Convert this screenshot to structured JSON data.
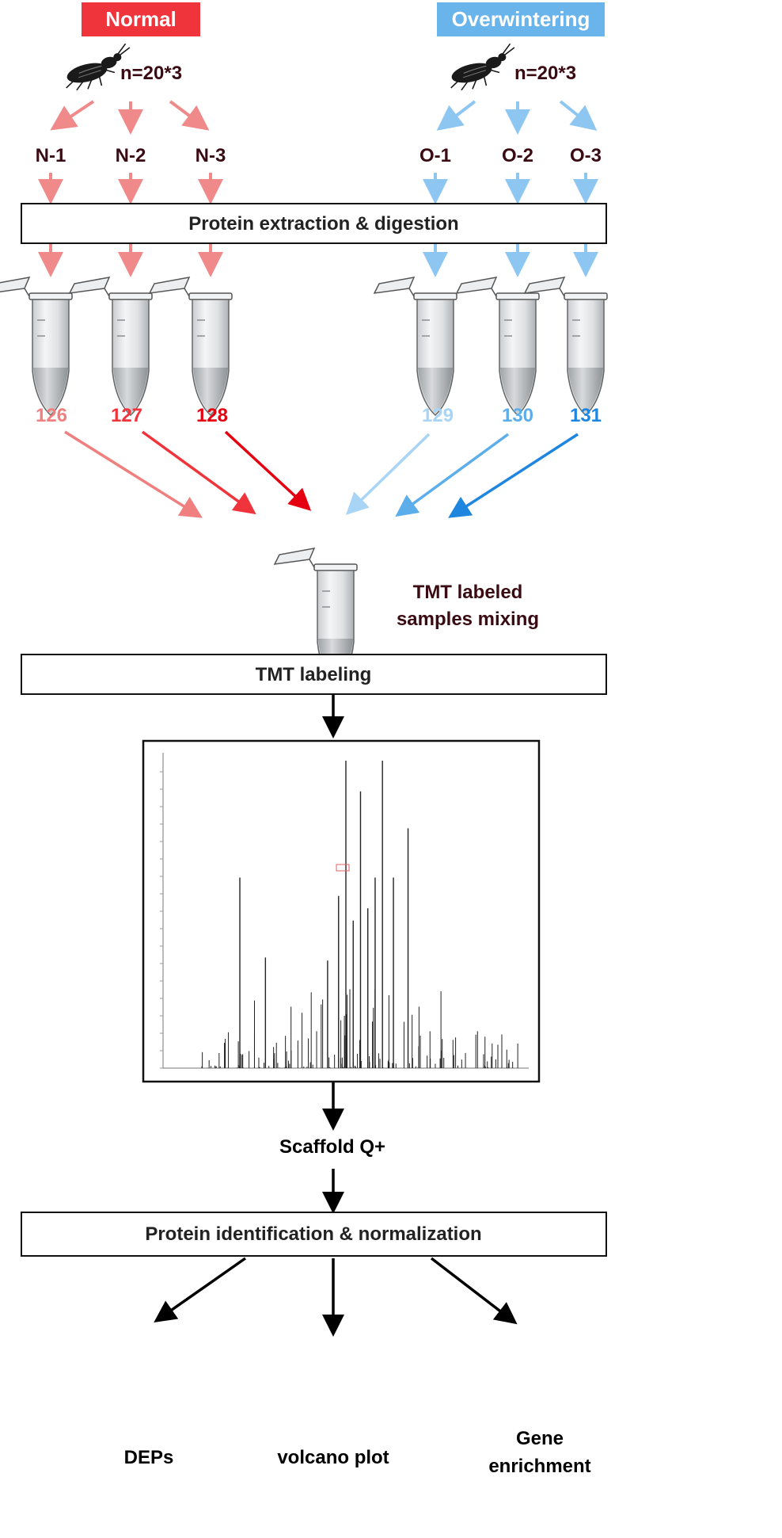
{
  "groups": {
    "normal": {
      "title": "Normal",
      "n": "n=20*3",
      "color": "#f0343c",
      "arrow_color": "#f08a8a",
      "replicates": [
        "N-1",
        "N-2",
        "N-3"
      ],
      "tmt_tags": [
        "126",
        "127",
        "128"
      ],
      "tag_colors": [
        "#f08080",
        "#f0343c",
        "#e40010"
      ]
    },
    "overwintering": {
      "title": "Overwintering",
      "n": "n=20*3",
      "color": "#6ab4ec",
      "arrow_color": "#8ec6f2",
      "replicates": [
        "O-1",
        "O-2",
        "O-3"
      ],
      "tmt_tags": [
        "129",
        "130",
        "131"
      ],
      "tag_colors": [
        "#a8d4f6",
        "#5caeea",
        "#1f86e0"
      ]
    }
  },
  "steps": {
    "extraction": "Protein extraction & digestion",
    "mixing": [
      "TMT  labeled",
      "samples mixing"
    ],
    "labeling": "TMT labeling",
    "software": "Scaffold Q+",
    "identification": "Protein identification & normalization"
  },
  "outputs": {
    "deps": "DEPs",
    "volcano": "volcano plot",
    "gene_enrichment": [
      "Gene",
      "enrichment"
    ]
  },
  "colors": {
    "text_dark": "#3a0b12",
    "box_border": "#111111",
    "arrow_dark": "#000000"
  }
}
